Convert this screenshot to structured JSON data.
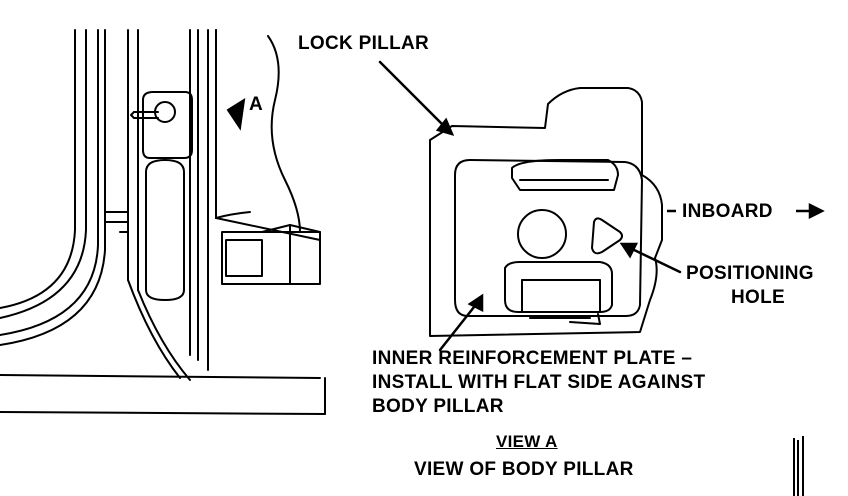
{
  "labels": {
    "lock_pillar": "LOCK PILLAR",
    "view_marker": "A",
    "inboard": "INBOARD",
    "positioning_hole": [
      "POSITIONING",
      "HOLE"
    ],
    "inner_reinforcement_plate": [
      "INNER REINFORCEMENT PLATE –",
      "INSTALL WITH FLAT SIDE AGAINST",
      "BODY PILLAR"
    ],
    "view_a": "VIEW A",
    "view_of_body_pillar": "VIEW OF BODY PILLAR"
  },
  "colors": {
    "ink": "#000000",
    "paper": "#ffffff"
  }
}
